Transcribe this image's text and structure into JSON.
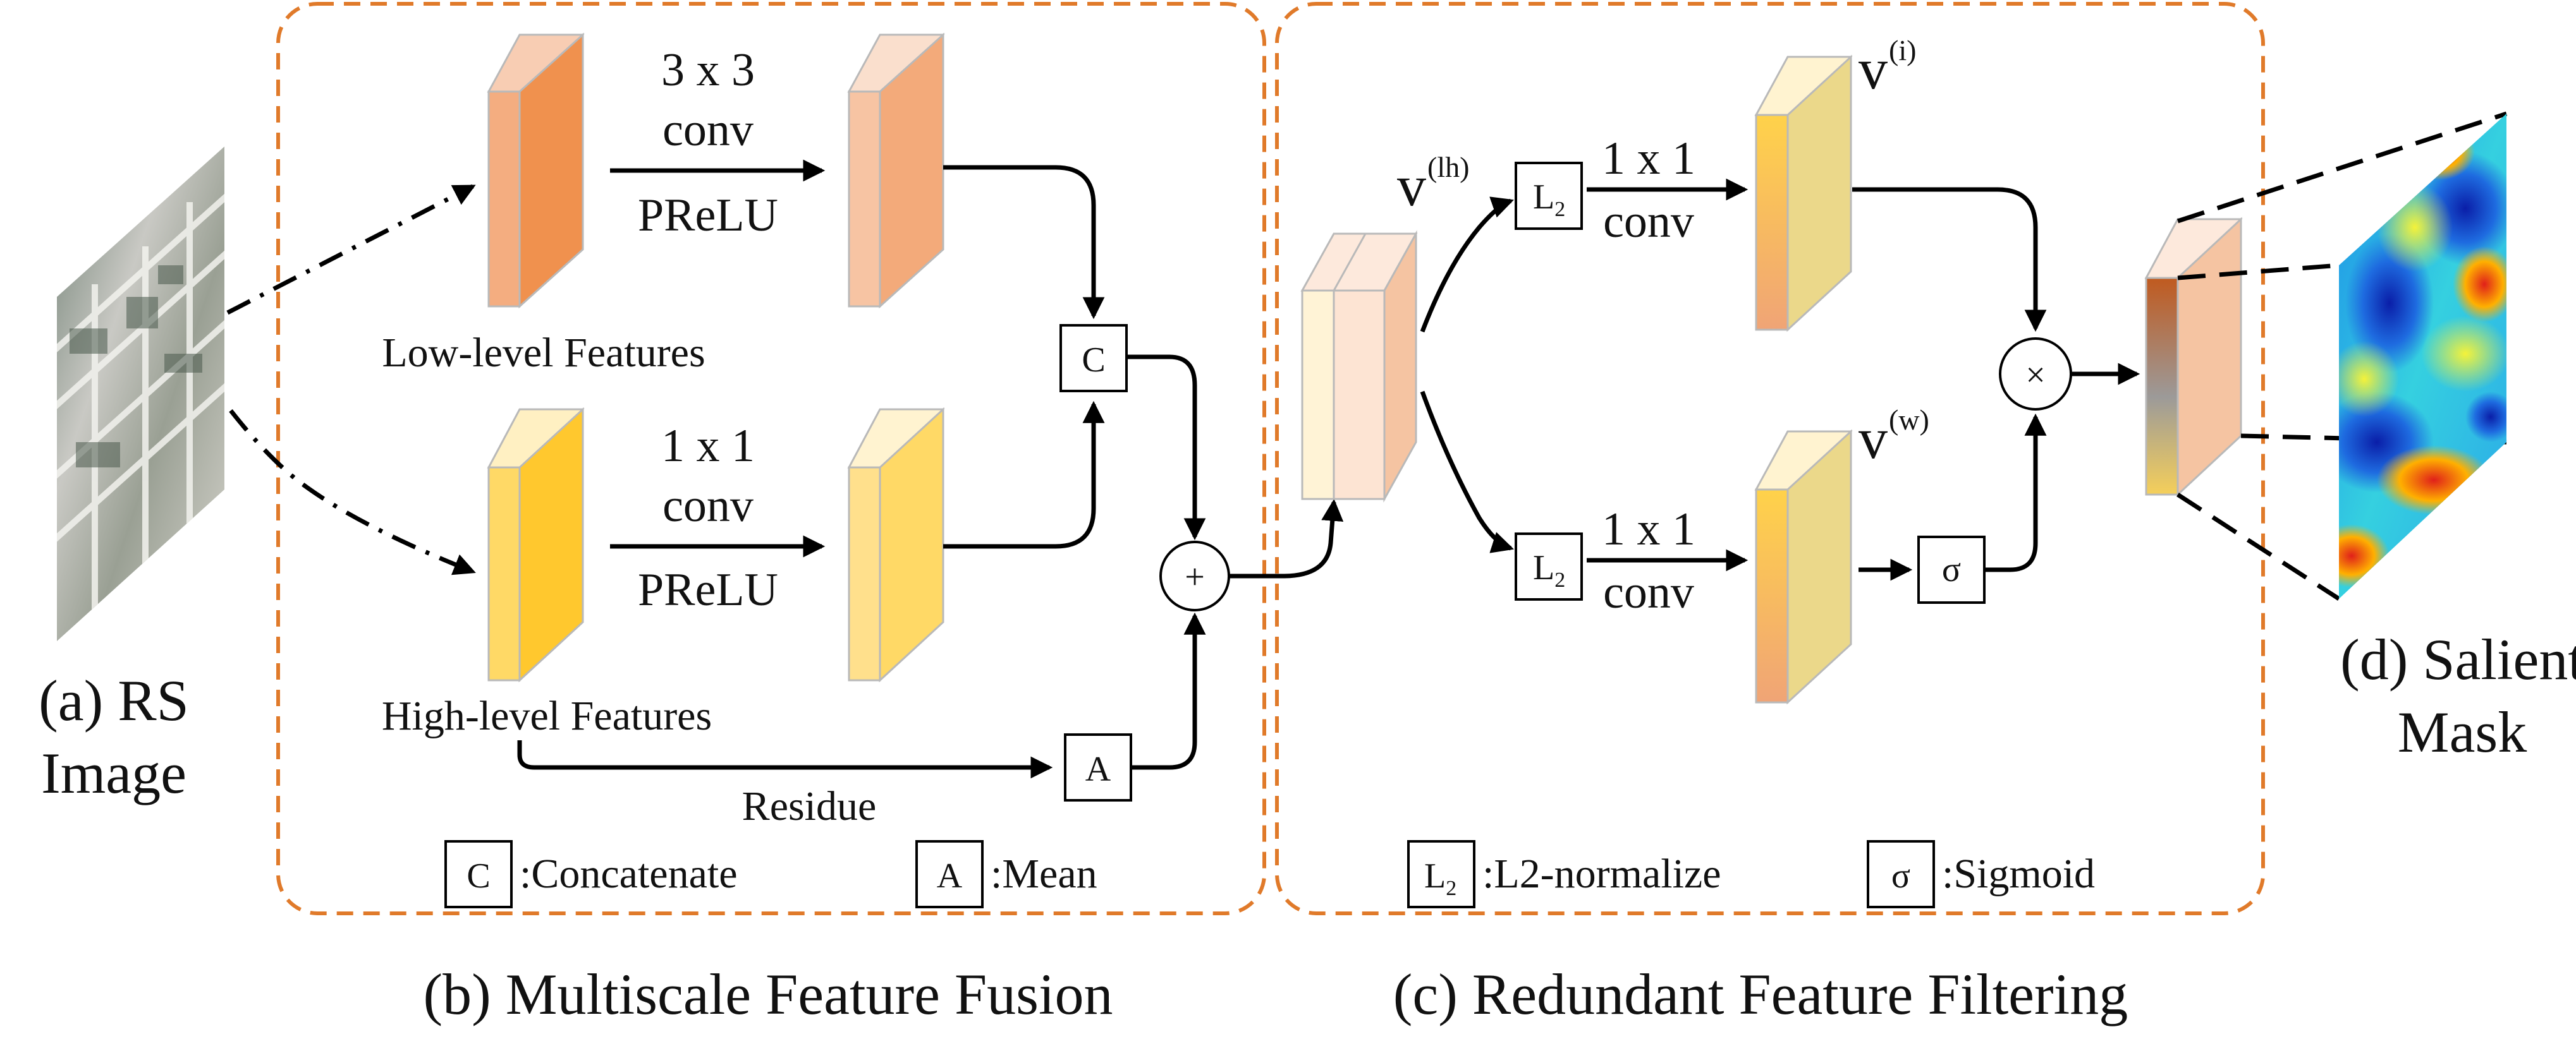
{
  "captions": {
    "a_line1": "(a) RS",
    "a_line2": "Image",
    "b": "(b) Multiscale Feature Fusion",
    "c": "(c) Redundant Feature Filtering",
    "d_line1": "(d) Salient",
    "d_line2": "Mask"
  },
  "fusion": {
    "top_op_line1": "3 x 3",
    "top_op_line2": "conv",
    "top_op_line3": "PReLU",
    "bottom_op_line1": "1 x 1",
    "bottom_op_line2": "conv",
    "bottom_op_line3": "PReLU",
    "low_label": "Low-level Features",
    "high_label": "High-level Features",
    "residue_label": "Residue",
    "concat_symbol": "C",
    "mean_symbol": "A",
    "add_symbol": "+",
    "legend_concat_symbol": "C",
    "legend_concat_text": ":Concatenate",
    "legend_mean_symbol": "A",
    "legend_mean_text": ":Mean"
  },
  "filtering": {
    "v_lh_base": "v",
    "v_lh_sup": "(lh)",
    "v_i_base": "v",
    "v_i_sup": "(i)",
    "v_w_base": "v",
    "v_w_sup": "(w)",
    "l2_base": "L",
    "l2_sub": "2",
    "top_op_line1": "1 x 1",
    "top_op_line2": "conv",
    "bottom_op_line1": "1 x 1",
    "bottom_op_line2": "conv",
    "sigma_symbol": "σ",
    "multiply_symbol": "×",
    "legend_l2_text": ":L2-normalize",
    "legend_sigma_symbol": "σ",
    "legend_sigma_text": ":Sigmoid"
  },
  "colors": {
    "frame": "#e07a2a",
    "orange_dark": "#f0914e",
    "orange_light": "#f4ad80",
    "yellow_dark": "#ffc82e",
    "yellow_light": "#ffd966",
    "khaki": "#ebd88a",
    "peach": "#f5c4a2"
  }
}
